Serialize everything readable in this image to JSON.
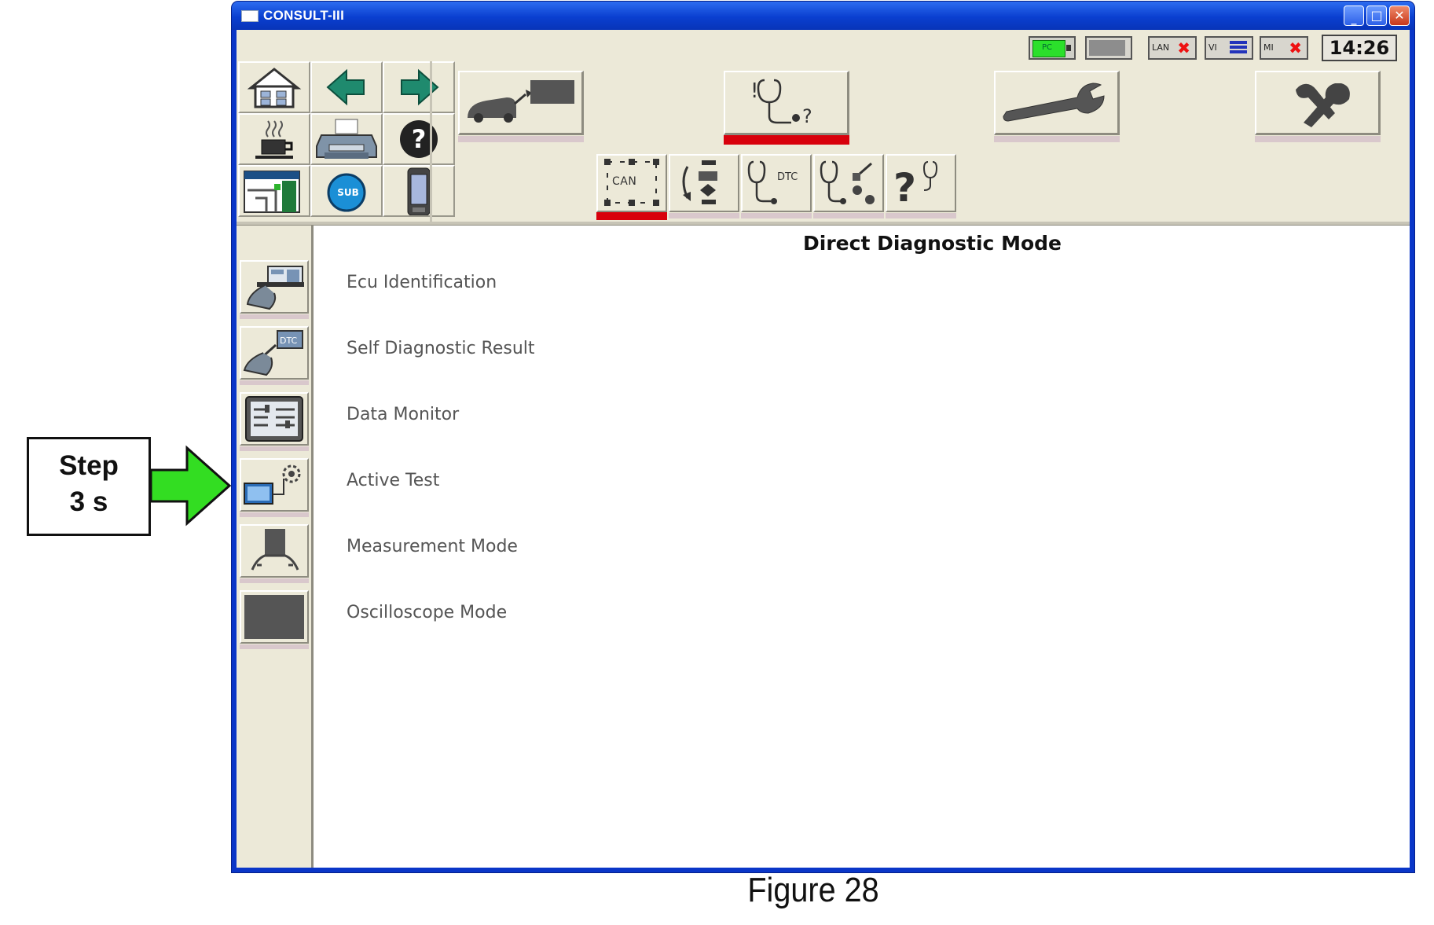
{
  "window": {
    "title": "CONSULT-III",
    "clock": "14:26",
    "controls": [
      "minimize",
      "maximize",
      "close"
    ]
  },
  "status": {
    "battery_label": "PC",
    "lan_label": "LAN",
    "vi_label": "VI",
    "mi_label": "MI"
  },
  "toolbar": {
    "sub_label": "SUB",
    "icons": [
      "home-icon",
      "back-arrow-icon",
      "forward-arrow-icon",
      "coffee-icon",
      "printer-icon",
      "help-icon",
      "screen-capture-icon",
      "sub-mode-icon",
      "phone-icon"
    ]
  },
  "mode_tabs": [
    "vehicle-selection",
    "diagnosis",
    "repair",
    "settings"
  ],
  "sub_tabs": {
    "can_label": "CAN",
    "dtc_label": "DTC"
  },
  "main": {
    "title": "Direct Diagnostic Mode",
    "items": [
      "Ecu Identification",
      "Self Diagnostic Result",
      "Data Monitor",
      "Active Test",
      "Measurement Mode",
      "Oscilloscope Mode"
    ]
  },
  "annotation": {
    "line1": "Step",
    "line2": "3 s",
    "arrow_color": "#33dd22"
  },
  "caption": "Figure 28",
  "colors": {
    "title_bar": "#0a3fd0",
    "active_tab_underline": "#d8000c",
    "face": "#ece9d8"
  }
}
